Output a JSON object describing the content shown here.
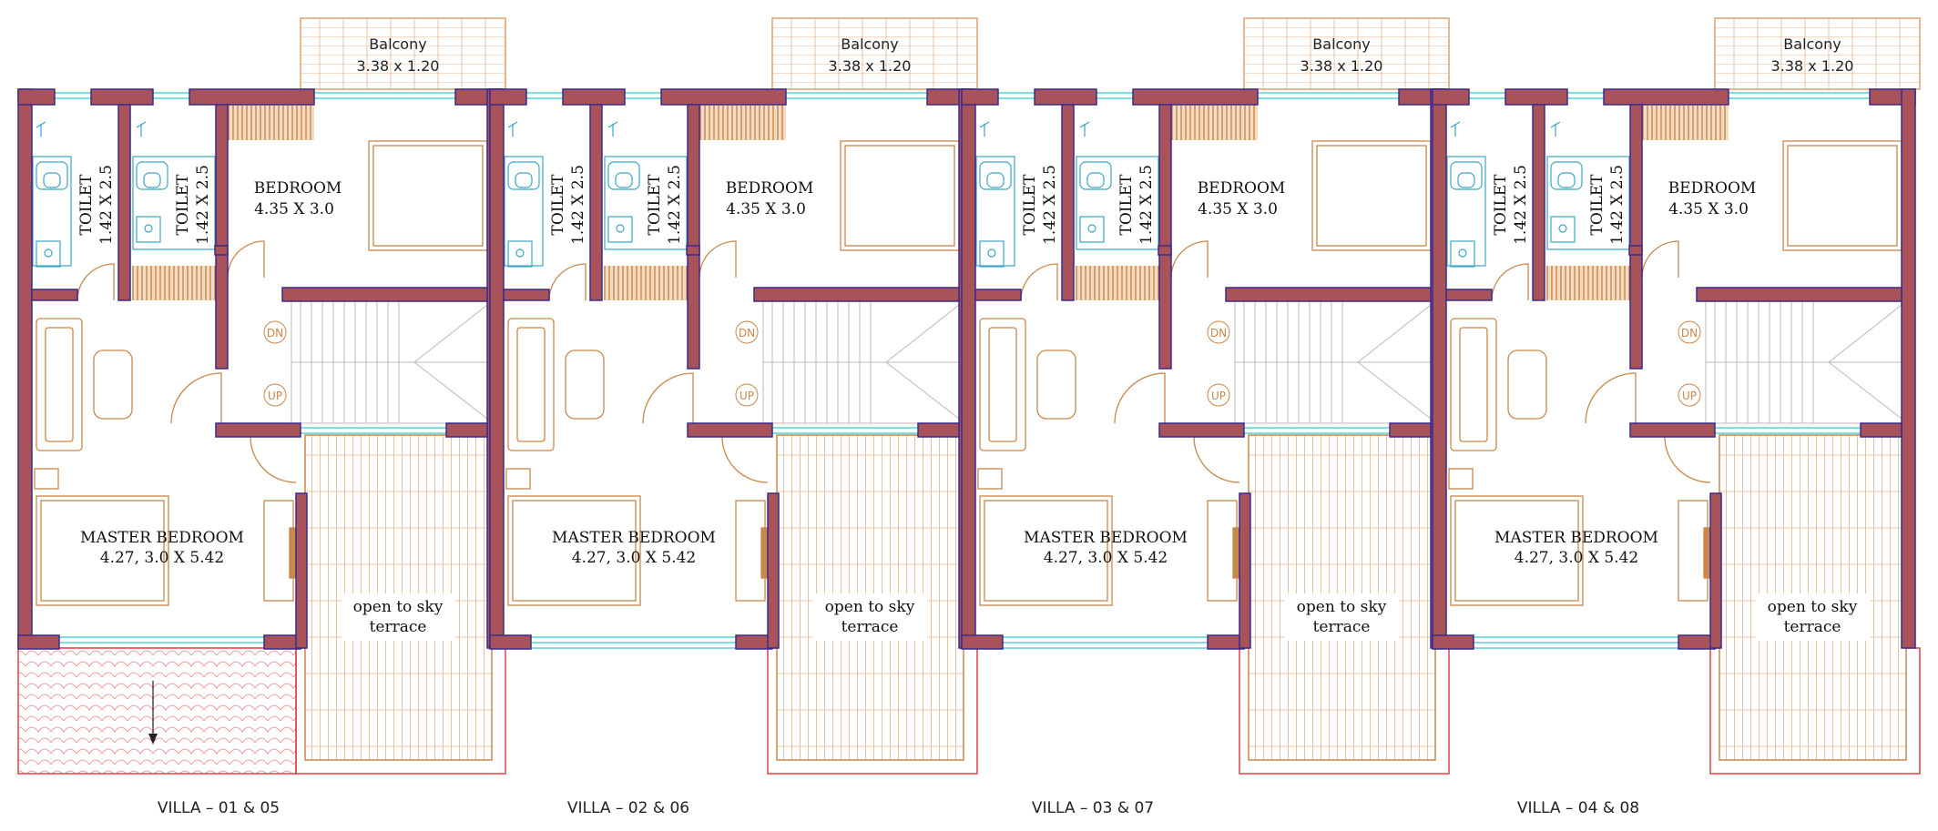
{
  "colors": {
    "wall": "#a8525a",
    "wall_outline": "#3b2b8c",
    "glazing": "#4fd6d6",
    "timber": "#c9874a",
    "stair": "#b8b8b8",
    "fixture": "#3aa6c4",
    "boundary": "#e04040"
  },
  "villas": [
    {
      "title": "VILLA  –  01  &  05",
      "balcony": {
        "label": "Balcony",
        "size": "3.38  x  1.20"
      },
      "toilet_a": {
        "label": "TOILET",
        "size": "1.42 X 2.5"
      },
      "toilet_b": {
        "label": "TOILET",
        "size": "1.42 X 2.5"
      },
      "bedroom": {
        "label": "BEDROOM",
        "size": "4.35  X  3.0"
      },
      "stair_dn": "DN",
      "stair_up": "UP",
      "master": {
        "label": "MASTER BEDROOM",
        "size": "4.27,  3.0    X  5.42"
      },
      "terrace": {
        "line1": "open to sky",
        "line2": "terrace"
      }
    },
    {
      "title": "VILLA  –  02  &  06",
      "balcony": {
        "label": "Balcony",
        "size": "3.38  x  1.20"
      },
      "toilet_a": {
        "label": "TOILET",
        "size": "1.42 X 2.5"
      },
      "toilet_b": {
        "label": "TOILET",
        "size": "1.42 X 2.5"
      },
      "bedroom": {
        "label": "BEDROOM",
        "size": "4.35  X  3.0"
      },
      "stair_dn": "DN",
      "stair_up": "UP",
      "master": {
        "label": "MASTER BEDROOM",
        "size": "4.27,  3.0    X  5.42"
      },
      "terrace": {
        "line1": "open to sky",
        "line2": "terrace"
      }
    },
    {
      "title": "VILLA  –  03  &  07",
      "balcony": {
        "label": "Balcony",
        "size": "3.38  x  1.20"
      },
      "toilet_a": {
        "label": "TOILET",
        "size": "1.42 X 2.5"
      },
      "toilet_b": {
        "label": "TOILET",
        "size": "1.42 X 2.5"
      },
      "bedroom": {
        "label": "BEDROOM",
        "size": "4.35  X  3.0"
      },
      "stair_dn": "DN",
      "stair_up": "UP",
      "master": {
        "label": "MASTER BEDROOM",
        "size": "4.27,  3.0    X  5.42"
      },
      "terrace": {
        "line1": "open to sky",
        "line2": "terrace"
      }
    },
    {
      "title": "VILLA  –  04  &  08",
      "balcony": {
        "label": "Balcony",
        "size": "3.38  x  1.20"
      },
      "toilet_a": {
        "label": "TOILET",
        "size": "1.42 X 2.5"
      },
      "toilet_b": {
        "label": "TOILET",
        "size": "1.42 X 2.5"
      },
      "bedroom": {
        "label": "BEDROOM",
        "size": "4.35  X  3.0"
      },
      "stair_dn": "DN",
      "stair_up": "UP",
      "master": {
        "label": "MASTER BEDROOM",
        "size": "4.27,  3.0    X  5.42"
      },
      "terrace": {
        "line1": "open to sky",
        "line2": "terrace"
      }
    }
  ]
}
